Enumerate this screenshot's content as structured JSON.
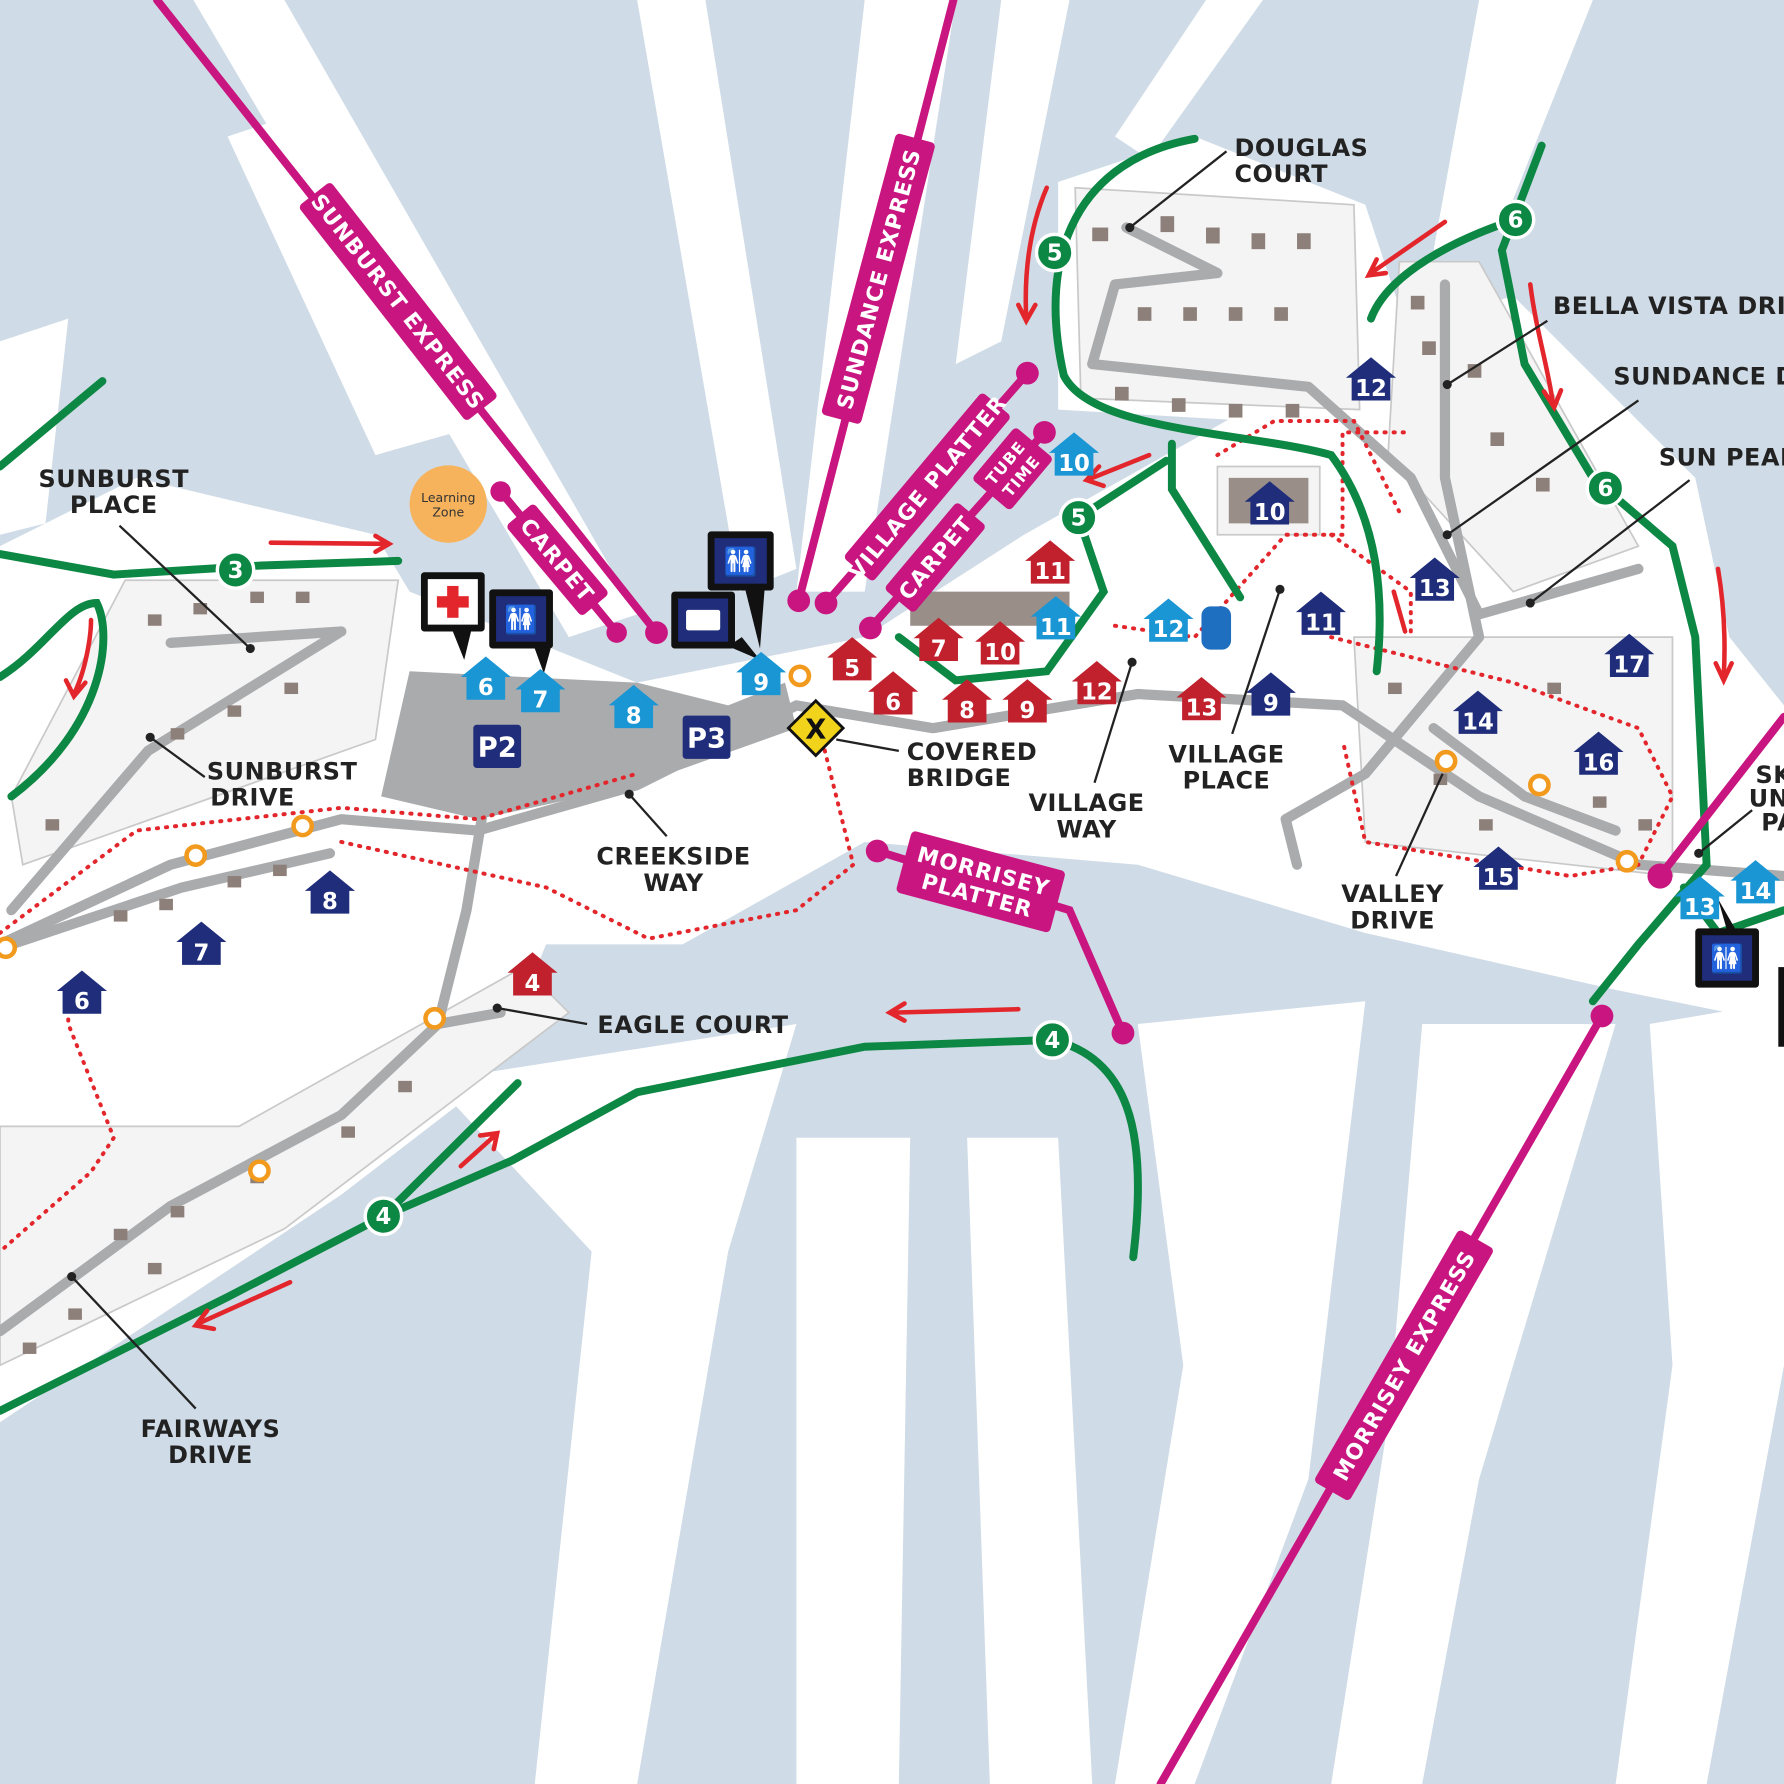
{
  "colors": {
    "snow_base": "#cfdbe6",
    "run": "#ffffff",
    "lift": "#c8157f",
    "trail": "#0d8744",
    "house_red": "#c0212d",
    "house_navy": "#1f2d7a",
    "house_light": "#1a96d4",
    "road": "#a9abad",
    "bus_stop": "#f29a1d"
  },
  "lifts": {
    "sunburst_express": "SUNBURST EXPRESS",
    "carpet_1": "CARPET",
    "sundance_express": "SUNDANCE EXPRESS",
    "village_platter": "VILLAGE PLATTER",
    "carpet_2": "CARPET",
    "tube_time": [
      "TUBE",
      "TIME"
    ],
    "morrisey_platter": [
      "MORRISEY",
      "PLATTER"
    ],
    "morrisey_express": "MORRISEY EXPRESS"
  },
  "labels": {
    "douglas_court": [
      "DOUGLAS",
      "COURT"
    ],
    "bella_vista_drive": "BELLA VISTA DRI",
    "sundance_drive": "SUNDANCE D",
    "sun_peaks": "SUN PEAI",
    "sunburst_place": [
      "SUNBURST",
      "PLACE"
    ],
    "sunburst_drive": [
      "SUNBURST",
      "DRIVE"
    ],
    "creekside_way": [
      "CREEKSIDE",
      "WAY"
    ],
    "covered_bridge": [
      "COVERED",
      "BRIDGE"
    ],
    "village_way": [
      "VILLAGE",
      "WAY"
    ],
    "village_place": [
      "VILLAGE",
      "PLACE"
    ],
    "valley_drive": [
      "VALLEY",
      "DRIVE"
    ],
    "eagle_court": "EAGLE COURT",
    "fairways_drive": [
      "FAIRWAYS",
      "DRIVE"
    ],
    "ski_partial": [
      "SK",
      "UN",
      "PA"
    ]
  },
  "learning_zone": [
    "Learning",
    "Zone"
  ],
  "parking": [
    "P2",
    "P3"
  ],
  "covered_bridge_icon": "X",
  "houses": [
    {
      "num": "6",
      "type": "light"
    },
    {
      "num": "7",
      "type": "light"
    },
    {
      "num": "8",
      "type": "light"
    },
    {
      "num": "9",
      "type": "light"
    },
    {
      "num": "10",
      "type": "light"
    },
    {
      "num": "11",
      "type": "light"
    },
    {
      "num": "12",
      "type": "light"
    },
    {
      "num": "13",
      "type": "light"
    },
    {
      "num": "14",
      "type": "light"
    },
    {
      "num": "4",
      "type": "red"
    },
    {
      "num": "5",
      "type": "red"
    },
    {
      "num": "6",
      "type": "red"
    },
    {
      "num": "7",
      "type": "red"
    },
    {
      "num": "8",
      "type": "red"
    },
    {
      "num": "9",
      "type": "red"
    },
    {
      "num": "10",
      "type": "red"
    },
    {
      "num": "11",
      "type": "red"
    },
    {
      "num": "12",
      "type": "red"
    },
    {
      "num": "13",
      "type": "red"
    },
    {
      "num": "6",
      "type": "navy"
    },
    {
      "num": "7",
      "type": "navy"
    },
    {
      "num": "8",
      "type": "navy"
    },
    {
      "num": "9",
      "type": "navy"
    },
    {
      "num": "10",
      "type": "navy"
    },
    {
      "num": "11",
      "type": "navy"
    },
    {
      "num": "12",
      "type": "navy"
    },
    {
      "num": "13",
      "type": "navy"
    },
    {
      "num": "14",
      "type": "navy"
    },
    {
      "num": "15",
      "type": "navy"
    },
    {
      "num": "16",
      "type": "navy"
    },
    {
      "num": "17",
      "type": "navy"
    }
  ],
  "trail_badges": [
    "3",
    "4",
    "4",
    "5",
    "5",
    "6",
    "6"
  ]
}
